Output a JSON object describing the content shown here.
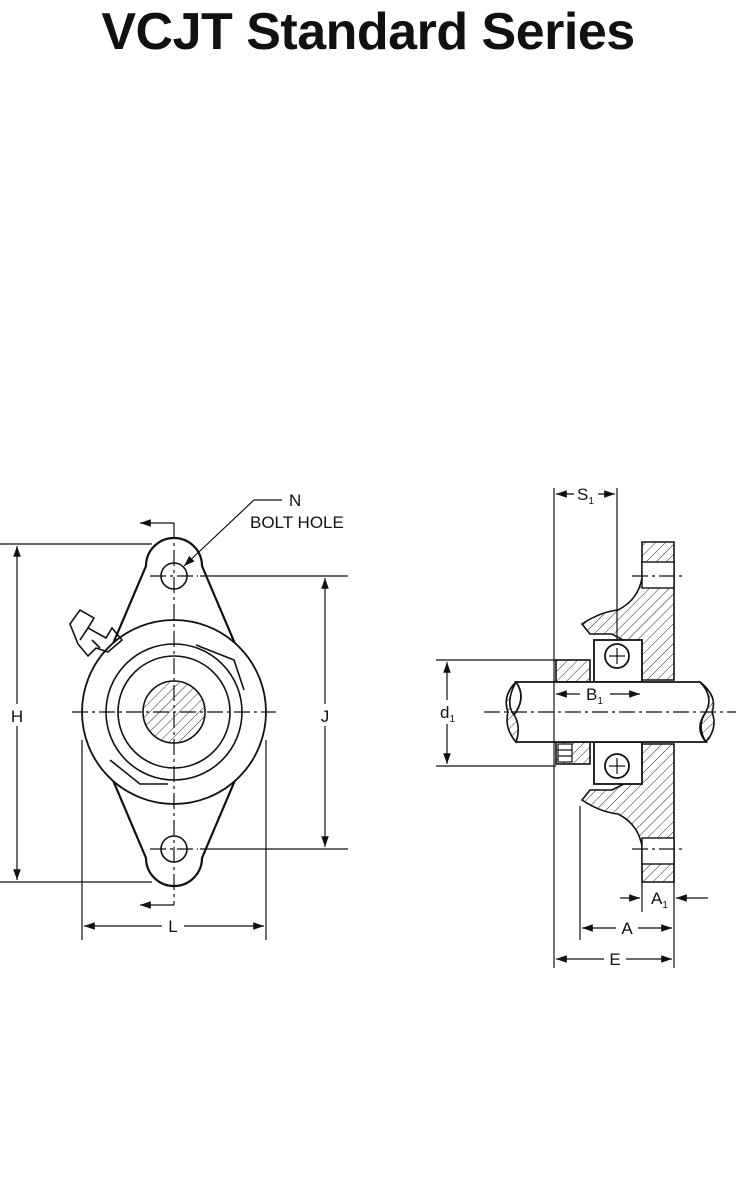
{
  "page": {
    "title": "VCJT Standard Series"
  },
  "front_view": {
    "labels": {
      "n": "N",
      "bolt_hole": "BOLT HOLE",
      "h": "H",
      "j": "J",
      "l": "L"
    }
  },
  "side_view": {
    "labels": {
      "s": "S",
      "s_sub": "1",
      "b": "B",
      "b_sub": "1",
      "d": "d",
      "d_sub": "1",
      "a1": "A",
      "a1_sub": "1",
      "a": "A",
      "e": "E"
    }
  },
  "colors": {
    "line": "#111111",
    "background": "#ffffff"
  }
}
